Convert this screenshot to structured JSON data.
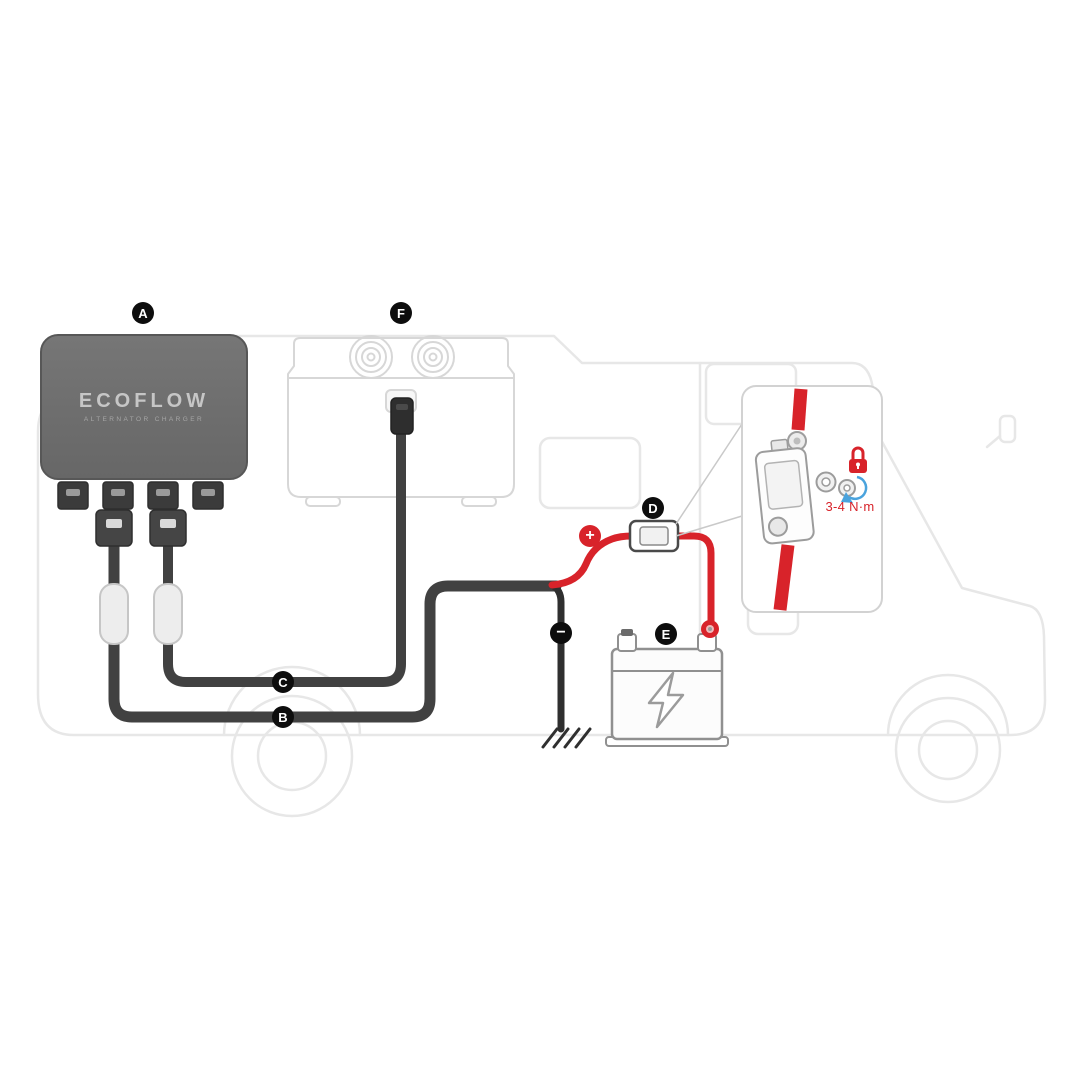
{
  "badges": {
    "a": "A",
    "b": "B",
    "c": "C",
    "d": "D",
    "e": "E",
    "f": "F"
  },
  "symbols": {
    "plus": "+",
    "minus": "−"
  },
  "charger": {
    "brand": "ECOFLOW",
    "model": "ALTERNATOR CHARGER"
  },
  "callout": {
    "torque": "3-4 N·m"
  },
  "colors": {
    "cable_positive": "#d8232a",
    "cable_negative": "#3a3a3a",
    "badge_black": "#0d0d0d",
    "rv_outline": "#e7e7e7",
    "equipment_outline": "#d7d7d7",
    "torque_text": "#d8232a",
    "rotation_arrow": "#4aa3dd",
    "charger_body": "#6e6e6e"
  },
  "icons": {
    "battery_symbol": "lightning-bolt-icon",
    "torque_lock": "lock-icon",
    "ground": "ground-symbol",
    "rotation": "rotation-arrow-icon",
    "positive": "plus-icon",
    "negative": "minus-icon"
  }
}
